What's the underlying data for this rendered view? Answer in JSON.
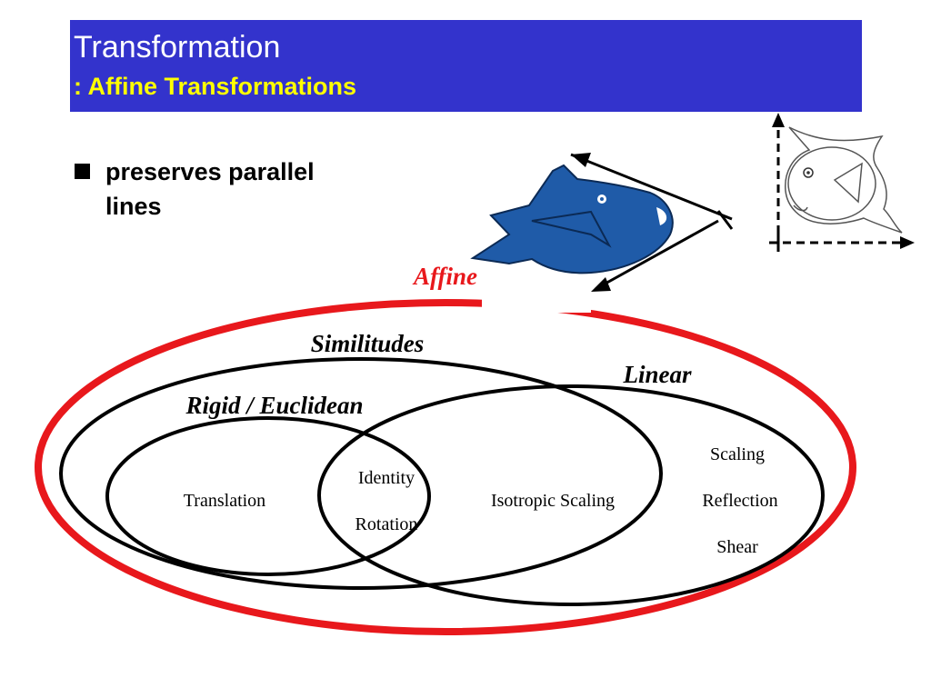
{
  "header": {
    "title": "Transformation",
    "subtitle": ": Affine Transformations"
  },
  "bullets": [
    {
      "text": "preserves parallel lines"
    }
  ],
  "diagram": {
    "affine_label": "Affine",
    "similitudes_label": "Similitudes",
    "linear_label": "Linear",
    "rigid_label": "Rigid / Euclidean",
    "translation": "Translation",
    "identity": "Identity",
    "rotation": "Rotation",
    "isotropic_scaling": "Isotropic Scaling",
    "scaling": "Scaling",
    "reflection": "Reflection",
    "shear": "Shear"
  },
  "colors": {
    "title_bg": "#3333cc",
    "title_text": "#ffffff",
    "subtitle_text": "#ffff00",
    "affine_red": "#e8181c",
    "fish_blue": "#1f5ba8"
  },
  "icons": [
    "blue-fish-icon",
    "outline-fish-icon",
    "bullet-square-icon"
  ]
}
